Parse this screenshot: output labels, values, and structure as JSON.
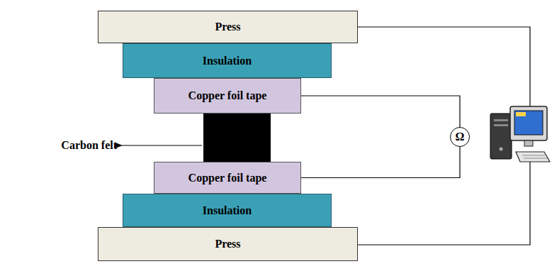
{
  "diagram": {
    "nodes": [
      {
        "text": [
          "Press"
        ]
      },
      {
        "text": [
          "Insulation"
        ]
      },
      {
        "text": [
          "Copper foil tape"
        ]
      },
      {
        "text": [
          "Carbon felt"
        ]
      },
      {
        "text": [
          "Ω"
        ]
      },
      {
        "text": [
          "Copper foil tape"
        ]
      },
      {
        "text": [
          "Insulation"
        ]
      },
      {
        "text": [
          "Press"
        ]
      }
    ],
    "edges": [
      {
        "from": 2,
        "to": 4,
        "arrow": "none"
      },
      {
        "from": 4,
        "to": 5,
        "arrow": "none"
      }
    ]
  }
}
